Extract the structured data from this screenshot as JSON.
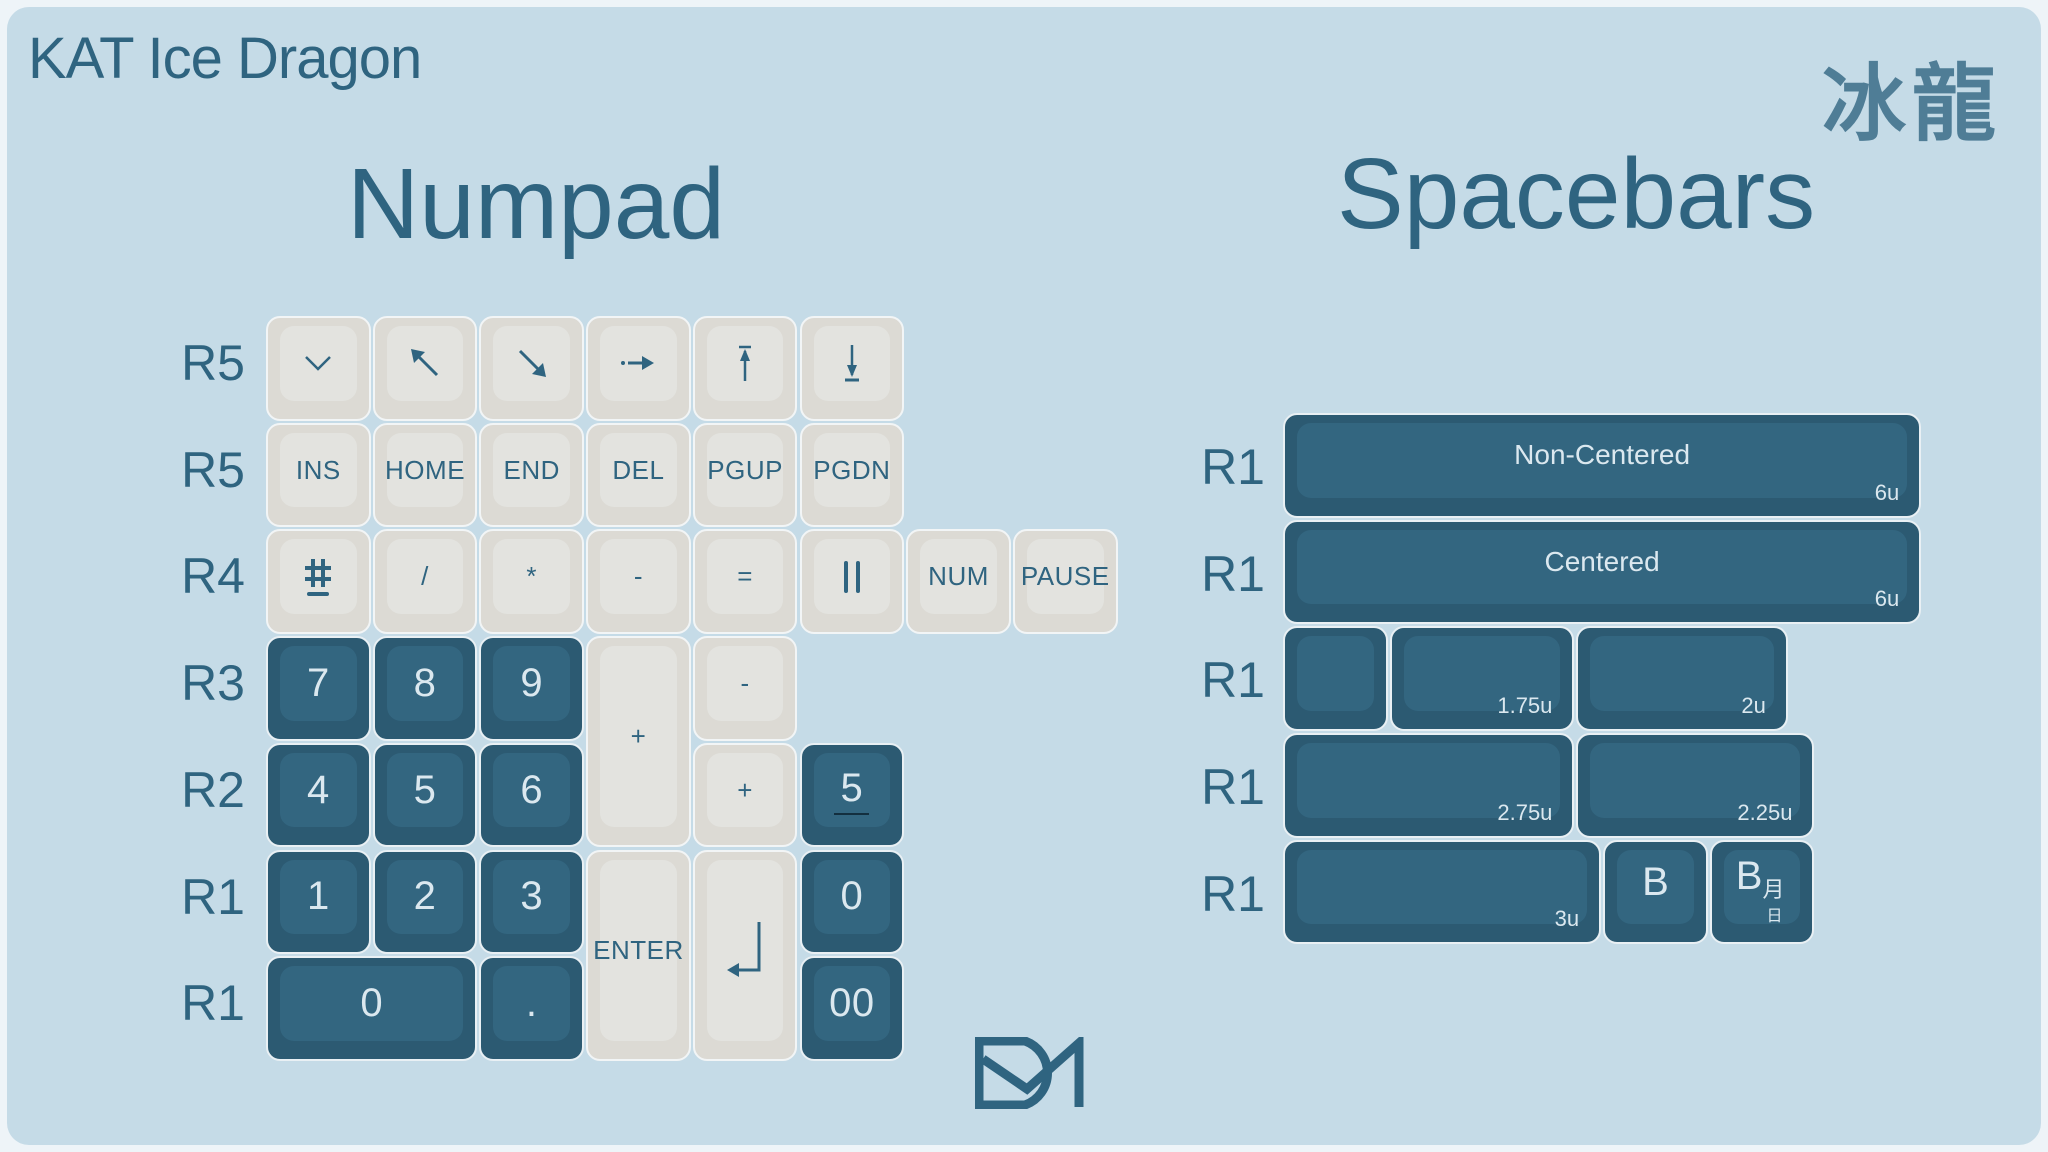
{
  "app_title": "KAT Ice Dragon",
  "brand_chinese": "冰龍",
  "numpad": {
    "title": "Numpad",
    "row_labels": [
      "R5",
      "R5",
      "R4",
      "R3",
      "R2",
      "R1",
      "R1"
    ],
    "keys": [
      {
        "icon": "chevron-down-icon"
      },
      {
        "icon": "arrow-up-left-icon"
      },
      {
        "icon": "arrow-down-right-icon"
      },
      {
        "icon": "dotted-arrow-right-icon"
      },
      {
        "icon": "arrow-up-bar-icon"
      },
      {
        "icon": "arrow-down-bar-icon"
      },
      {
        "label": "INS"
      },
      {
        "label": "HOME"
      },
      {
        "label": "END"
      },
      {
        "label": "DEL"
      },
      {
        "label": "PGUP"
      },
      {
        "label": "PGDN"
      },
      {
        "icon": "hash-underline-icon"
      },
      {
        "label": "/"
      },
      {
        "label": "*"
      },
      {
        "label": "-"
      },
      {
        "label": "="
      },
      {
        "icon": "pause-bars-icon"
      },
      {
        "label": "NUM"
      },
      {
        "label": "PAUSE"
      },
      {
        "label": "7"
      },
      {
        "label": "8"
      },
      {
        "label": "9"
      },
      {
        "label": "+"
      },
      {
        "label": "-"
      },
      {
        "label": "4"
      },
      {
        "label": "5"
      },
      {
        "label": "6"
      },
      {
        "label": "+"
      },
      {
        "label": "5",
        "underline": true
      },
      {
        "label": "1"
      },
      {
        "label": "2"
      },
      {
        "label": "3"
      },
      {
        "label": "ENTER"
      },
      {
        "icon": "return-arrow-icon"
      },
      {
        "label": "0"
      },
      {
        "label": "0"
      },
      {
        "label": "."
      },
      {
        "label": "00"
      }
    ]
  },
  "spacebars": {
    "title": "Spacebars",
    "row_labels": [
      "R1",
      "R1",
      "R1",
      "R1",
      "R1"
    ],
    "keys": [
      {
        "label": "Non-Centered",
        "size": "6u"
      },
      {
        "label": "Centered",
        "size": "6u"
      },
      {
        "label": "",
        "size": ""
      },
      {
        "label": "",
        "size": "1.75u"
      },
      {
        "label": "",
        "size": "2u"
      },
      {
        "label": "",
        "size": "2.75u"
      },
      {
        "label": "",
        "size": "2.25u"
      },
      {
        "label": "",
        "size": "3u"
      },
      {
        "label": "B",
        "size": ""
      },
      {
        "label": "B",
        "sub": "月",
        "sub2": "日",
        "size": ""
      }
    ]
  },
  "colors": {
    "background": "#c5dbe7",
    "dark_key": "#2c5a72",
    "light_key": "#dcdad4",
    "legend": "#2f6480"
  }
}
